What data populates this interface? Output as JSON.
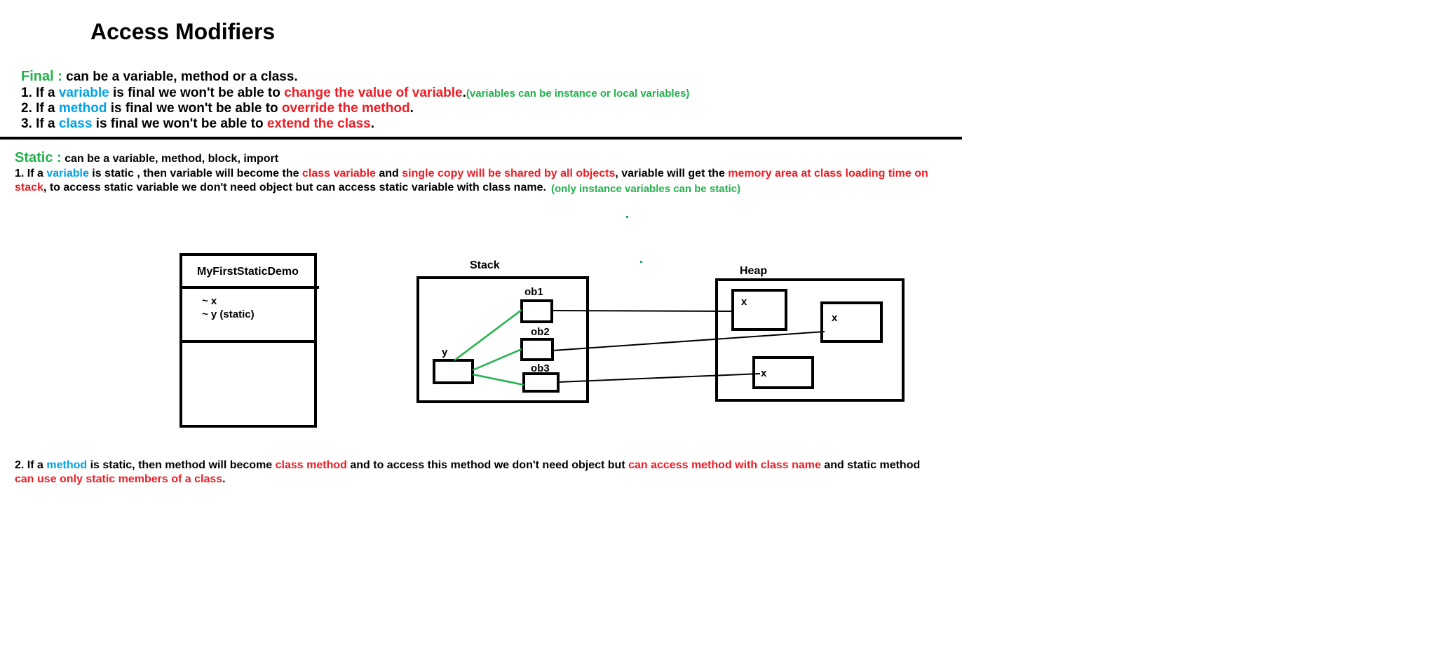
{
  "title": "Access Modifiers",
  "final": {
    "keyword": "Final :",
    "desc": " can be a variable, method or a class.",
    "lines": [
      {
        "prefix": "1. If a ",
        "term": "variable",
        "mid": " is final we won't be able to ",
        "effect": "change the value of variable",
        "end": ".",
        "note": "(variables can be instance or local variables)"
      },
      {
        "prefix": "2. If a ",
        "term": "method",
        "mid": " is final we won't be able to ",
        "effect": "override the method",
        "end": "."
      },
      {
        "prefix": "3. If a ",
        "term": "class",
        "mid": " is final we won't be able to ",
        "effect": "extend the class",
        "end": "."
      }
    ]
  },
  "static": {
    "keyword": "Static :",
    "desc": " can be a variable, method, block, import",
    "point1": {
      "a": "1. If a ",
      "b": "variable",
      "c": " is static , then variable will become the ",
      "d": "class variable",
      "e": " and ",
      "f": "single copy will be shared by all objects",
      "g": ", variable will get the ",
      "h": "memory area at class loading time on",
      "i": "stack",
      "j": ", to access static variable we don't need object but can access static variable with class name.",
      "note": "(only instance variables can be static)"
    },
    "point2": {
      "a": "2. If a ",
      "b": "method",
      "c": " is static, then method will become ",
      "d": "class method",
      "e": " and to access this method we don't need object but ",
      "f": "can access method with class name",
      "g": " and static method",
      "h": "can use only static members of a class",
      "i": "."
    }
  },
  "diagram": {
    "class_box": {
      "name": "MyFirstStaticDemo",
      "field1": "~ x",
      "field2": "~ y (static)"
    },
    "stack": {
      "label": "Stack",
      "y_label": "y",
      "refs": [
        "ob1",
        "ob2",
        "ob3"
      ]
    },
    "heap": {
      "label": "Heap",
      "objects": [
        "x",
        "x",
        "x"
      ]
    }
  },
  "colors": {
    "green": "#22b14c",
    "blue": "#00a2e8",
    "red": "#ed1c24",
    "black": "#000000"
  }
}
